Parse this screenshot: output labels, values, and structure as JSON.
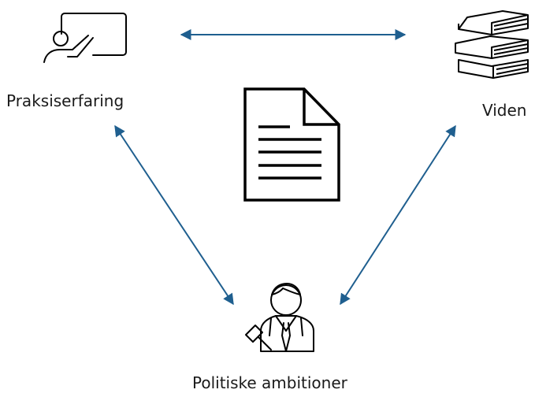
{
  "nodes": {
    "practice": {
      "label": "Praksiserfaring",
      "icon": "teacher-at-board-icon"
    },
    "knowledge": {
      "label": "Viden",
      "icon": "stack-of-books-icon"
    },
    "politics": {
      "label": "Politiske ambitioner",
      "icon": "judge-with-gavel-icon"
    },
    "center": {
      "icon": "document-icon"
    }
  },
  "colors": {
    "arrow": "#1f5f8f",
    "icon_stroke": "#000000",
    "text": "#1a1a1a"
  }
}
